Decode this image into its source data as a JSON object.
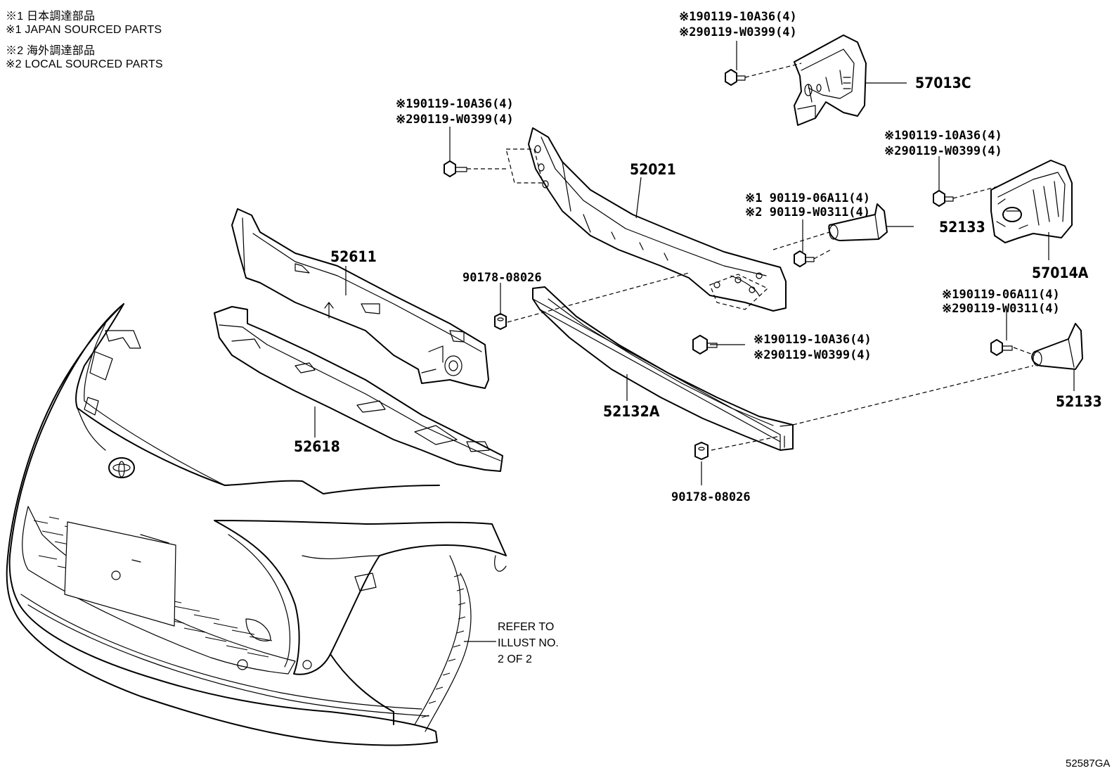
{
  "legend": [
    {
      "text": "※1 日本調達部品"
    },
    {
      "text": "※1 JAPAN SOURCED PARTS"
    },
    {
      "text": "※2 海外調達部品"
    },
    {
      "text": "※2 LOCAL SOURCED PARTS"
    }
  ],
  "callouts": {
    "c1": {
      "l1": "※190119-10A36(4)",
      "l2": "※290119-W0399(4)"
    },
    "c2": {
      "l1": "※190119-10A36(4)",
      "l2": "※290119-W0399(4)"
    },
    "c3": {
      "l1": "※190119-10A36(4)",
      "l2": "※290119-W0399(4)"
    },
    "c4": {
      "l1": "※1 90119-06A11(4)",
      "l2": "※2 90119-W0311(4)"
    },
    "c5": {
      "l1": "※190119-10A36(4)",
      "l2": "※290119-W0399(4)"
    },
    "c6": {
      "l1": "※190119-06A11(4)",
      "l2": "※290119-W0311(4)"
    }
  },
  "parts": {
    "p57013C": "57013C",
    "p52021": "52021",
    "p52133a": "52133",
    "p57014A": "57014A",
    "p52611": "52611",
    "p90178a": "90178-08026",
    "p52618": "52618",
    "p52132A": "52132A",
    "p52133b": "52133",
    "p90178b": "90178-08026"
  },
  "refer": {
    "l1": "REFER TO",
    "l2": "ILLUST NO.",
    "l3": "2 OF 2"
  },
  "diagram_code": "52587GA",
  "icons": {
    "emblem": "toyota-emblem-icon",
    "bolt": "flange-bolt-icon",
    "nut": "flange-nut-icon"
  }
}
